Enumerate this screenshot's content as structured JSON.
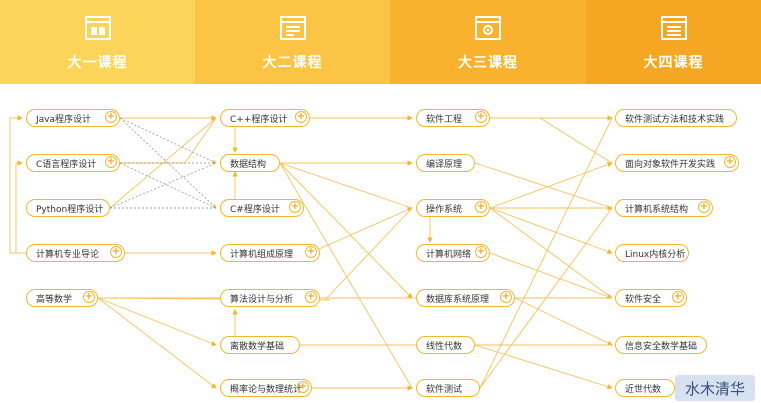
{
  "columns": [
    {
      "title": "大一课程",
      "color": "#fdd45a",
      "icon": "book-icon"
    },
    {
      "title": "大二课程",
      "color": "#fbc444",
      "icon": "code-window-icon"
    },
    {
      "title": "大三课程",
      "color": "#f8b22e",
      "icon": "gear-window-icon"
    },
    {
      "title": "大四课程",
      "color": "#f5a623",
      "icon": "document-window-icon"
    }
  ],
  "courses": {
    "java": "Java程序设计",
    "c": "C语言程序设计",
    "python": "Python程序设计",
    "intro": "计算机专业导论",
    "math": "高等数学",
    "cpp": "C++程序设计",
    "ds": "数据结构",
    "csharp": "C#程序设计",
    "org": "计算机组成原理",
    "algo": "算法设计与分析",
    "discrete": "离散数学基础",
    "prob": "概率论与数理统计",
    "se": "软件工程",
    "compiler": "编译原理",
    "os": "操作系统",
    "net": "计算机网络",
    "db": "数据库系统原理",
    "linear": "线性代数",
    "test": "软件测试",
    "swtest": "软件测试方法和技术实践",
    "oop": "面向对象软件开发实践",
    "arch": "计算机系统结构",
    "linux": "Linux内核分析",
    "sec": "软件安全",
    "infosec": "信息安全数学基础",
    "modern": "近世代数"
  },
  "watermark": "水木清华",
  "accent": "#f5b72a"
}
